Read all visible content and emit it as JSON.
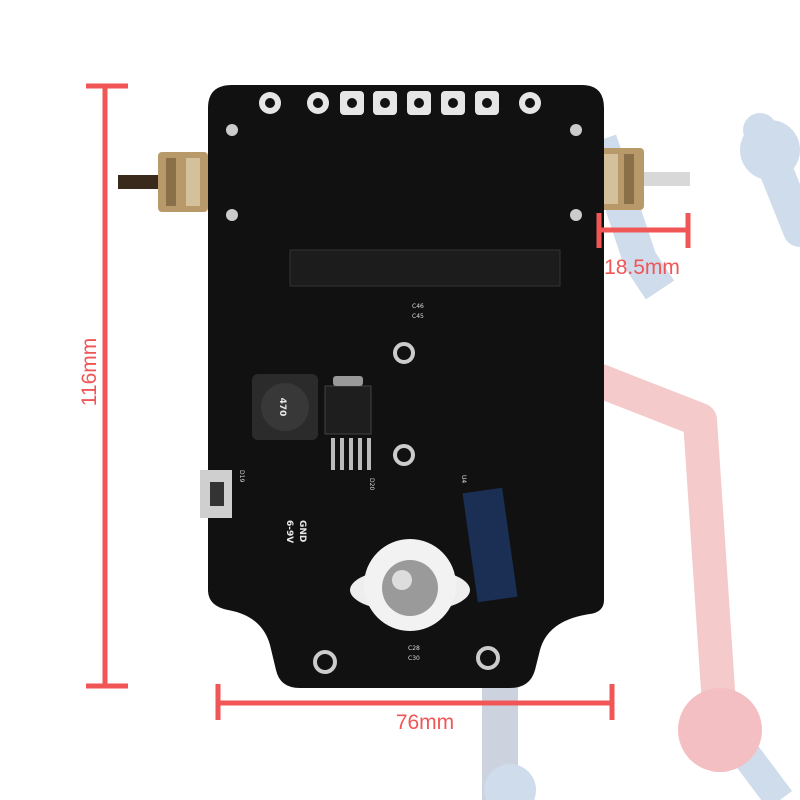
{
  "dimensions": {
    "height_label": "116mm",
    "width_label": "76mm",
    "shaft_label": "18.5mm"
  },
  "board_markings": {
    "inductor": "470",
    "gnd": "GND",
    "voltage": "6-9V",
    "c45": "C45",
    "c46": "C46",
    "d19": "D19",
    "d20": "D20",
    "u4": "U4",
    "c28": "C28",
    "c30": "C30"
  },
  "colors": {
    "dimension": "#f05656",
    "board": "#111111",
    "watermark_red": "#f3c4c6",
    "watermark_blue": "#c9d8ea"
  }
}
